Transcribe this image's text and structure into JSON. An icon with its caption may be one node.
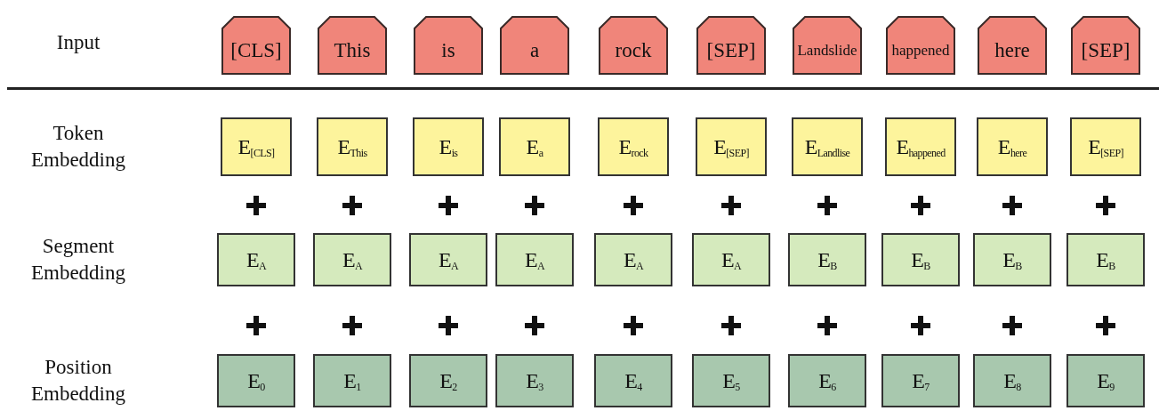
{
  "diagram": {
    "nodes": [
      {
        "text": [
          "[CLS]"
        ]
      },
      {
        "text": [
          "This"
        ]
      },
      {
        "text": [
          "is"
        ]
      },
      {
        "text": [
          "a"
        ]
      },
      {
        "text": [
          "rock"
        ]
      },
      {
        "text": [
          "[SEP]"
        ]
      },
      {
        "text": [
          "Landslide"
        ]
      },
      {
        "text": [
          "happened"
        ]
      },
      {
        "text": [
          "here"
        ]
      },
      {
        "text": [
          "[SEP]"
        ]
      },
      {
        "text": [
          "E$_{[CLS]}$"
        ]
      },
      {
        "text": [
          "E$_{This}$"
        ]
      },
      {
        "text": [
          "E$_{is}$"
        ]
      },
      {
        "text": [
          "E$_{a}$"
        ]
      },
      {
        "text": [
          "E$_{rock}$"
        ]
      },
      {
        "text": [
          "E$_{[SEP]}$"
        ]
      },
      {
        "text": [
          "E$_{Landlise}$"
        ]
      },
      {
        "text": [
          "E$_{happened}$"
        ]
      },
      {
        "text": [
          "E$_{here}$"
        ]
      },
      {
        "text": [
          "E$_{[SEP]}$"
        ]
      },
      {
        "text": [
          "E$_{A}$"
        ]
      },
      {
        "text": [
          "E$_{A}$"
        ]
      },
      {
        "text": [
          "E$_{A}$"
        ]
      },
      {
        "text": [
          "E$_{A}$"
        ]
      },
      {
        "text": [
          "E$_{A}$"
        ]
      },
      {
        "text": [
          "E$_{A}$"
        ]
      },
      {
        "text": [
          "E$_{B}$"
        ]
      },
      {
        "text": [
          "E$_{B}$"
        ]
      },
      {
        "text": [
          "E$_{B}$"
        ]
      },
      {
        "text": [
          "E$_{B}$"
        ]
      },
      {
        "text": [
          "E$_{0}$"
        ]
      },
      {
        "text": [
          "E$_{1}$"
        ]
      },
      {
        "text": [
          "E$_{2}$"
        ]
      },
      {
        "text": [
          "E$_{3}$"
        ]
      },
      {
        "text": [
          "E$_{4}$"
        ]
      },
      {
        "text": [
          "E$_{5}$"
        ]
      },
      {
        "text": [
          "E$_{6}$"
        ]
      },
      {
        "text": [
          "E$_{7}$"
        ]
      },
      {
        "text": [
          "E$_{8}$"
        ]
      },
      {
        "text": [
          "E$_{9}$"
        ]
      }
    ],
    "labels": [
      "Input",
      "Token Embedding",
      "Segment Embedding",
      "Position Embedding"
    ]
  }
}
